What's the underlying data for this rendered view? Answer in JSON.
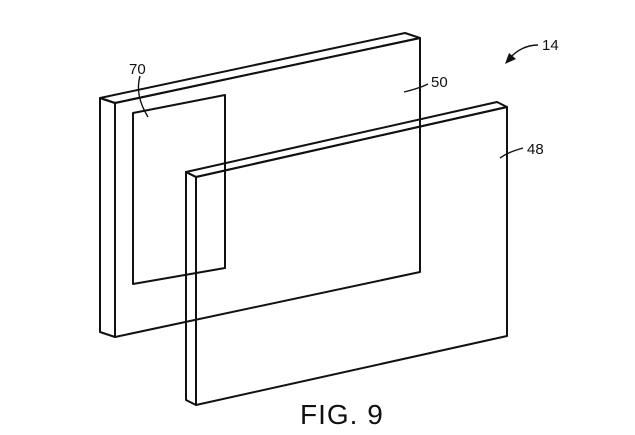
{
  "figure": {
    "caption": "FIG. 9",
    "labels": {
      "assembly": "14",
      "back_panel": "50",
      "front_panel": "48",
      "window": "70"
    }
  }
}
